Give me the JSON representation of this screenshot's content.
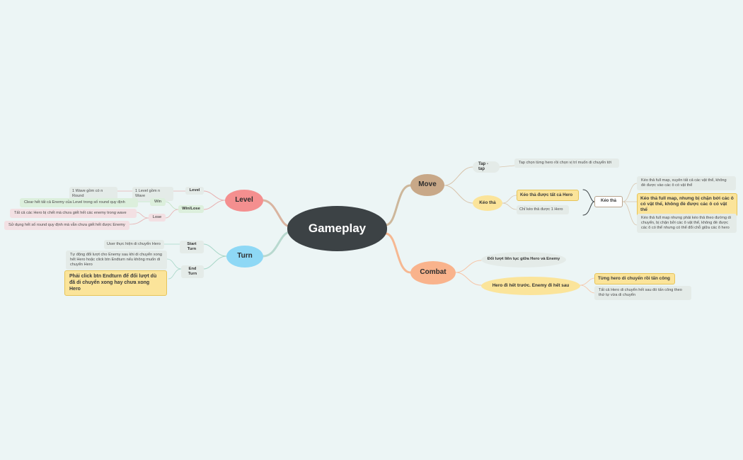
{
  "center": "Gameplay",
  "level": {
    "title": "Level",
    "level_tag": "Level",
    "level_desc": "1 Level gồm n Wave",
    "wave_desc": "1 Wave gồm có n Round",
    "winlose_tag": "Win/Lose",
    "win_tag": "Win",
    "win_desc": "Clear hết tất cả Enemy của Level trong số round quy định",
    "lose_tag": "Lose",
    "lose_desc_1": "Tất cả các Hero bị chết mà chưa giết hết các enemy trong wave",
    "lose_desc_2": "Sử dụng hết số round quy định mà vẫn chưa giết hết được Enemy"
  },
  "turn": {
    "title": "Turn",
    "start_tag": "Start Turn",
    "start_desc": "User thực hiện di chuyển Hero",
    "end_tag": "End Turn",
    "end_desc": "Tự động đổi lượt cho Enemy sau khi di chuyển xong hết Hero hoặc click btn Endturn nếu không muốn di chuyển Hero",
    "end_note": "Phải click btn Endturn để đổi lượt dù đã di chuyển xong hay chưa xong Hero"
  },
  "move": {
    "title": "Move",
    "tap_tag": "Tap - tap",
    "tap_desc": "Tap chọn từng hero rồi chọn vị trí muốn di chuyển tới",
    "drag_tag": "Kéo thả",
    "drag_all": "Kéo thả được tất cả Hero",
    "drag_one": "Chỉ kéo thả được 1 Hero",
    "drag_group": "Kéo thả",
    "opt_1": "Kéo thả full map, xuyên tất cả các vật thể, không đè được vào các ô có vật thể",
    "opt_2": "Kéo thả full map, nhưng bị chặn bởi các ô có vật thể, không đè được các ô có vật thể",
    "opt_3": "Kéo thả full map nhưng phải kéo thả theo đường di chuyển, bị chặn bởi các ô vật thể, không đè được các ô có thể nhưng có thể đổi chỗ giữa các ô hero"
  },
  "combat": {
    "title": "Combat",
    "alt": "Đổi lượt liên tục giữa Hero và Enemy",
    "order": "Hero đi hết trước. Enemy đi hết sau",
    "each": "Từng hero di chuyển rồi tấn công",
    "all": "Tất cả Hero di chuyển hết sau đó tấn công theo thứ tự vừa di chuyển"
  },
  "colors": {
    "background": "#ecf5f5",
    "center": "#3c4245",
    "level": "#f48f8f",
    "turn": "#8ed8f5",
    "move": "#c8a888",
    "combat": "#f9b38c",
    "highlight": "#fbe49a"
  }
}
